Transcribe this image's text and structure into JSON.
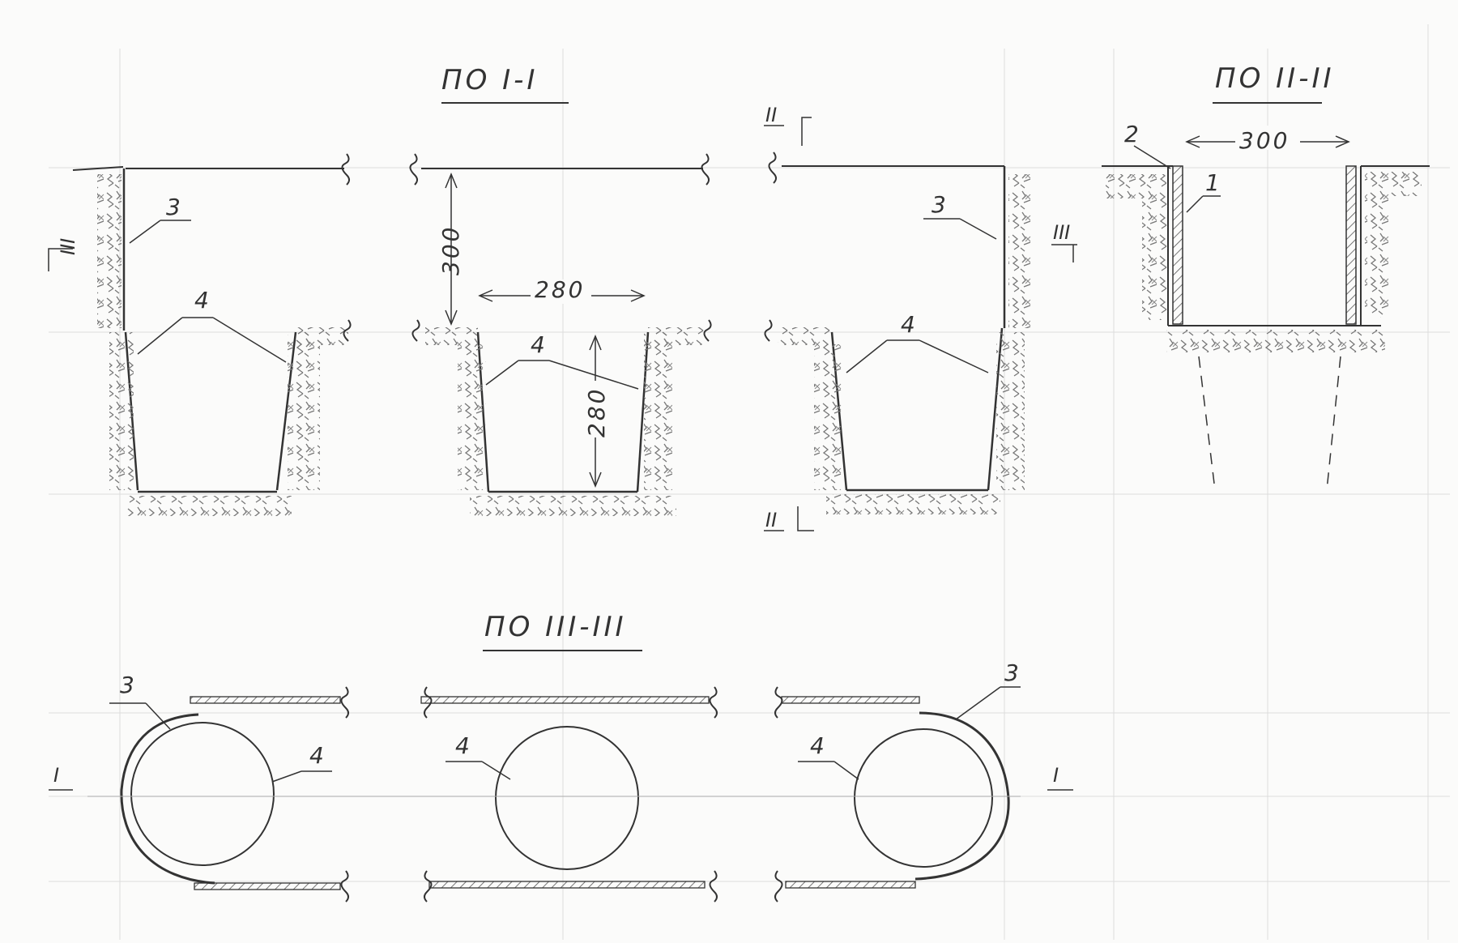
{
  "sections": {
    "s1": {
      "title": "ПО  I-I"
    },
    "s2": {
      "title": "ПО  II-II"
    },
    "s3": {
      "title": "ПО  III-III"
    }
  },
  "dimensions": {
    "depth_wall": "300",
    "depth_pit": "280",
    "width_pit": "280",
    "width_trench": "300"
  },
  "marks": {
    "m1": "1",
    "m2": "2",
    "m3": "3",
    "m4": "4"
  },
  "cut_markers": {
    "I": "I",
    "II": "II",
    "III": "III"
  },
  "colors": {
    "ink": "#333333",
    "grid": "#d9d9d9",
    "paper": "#fbfbfa"
  }
}
